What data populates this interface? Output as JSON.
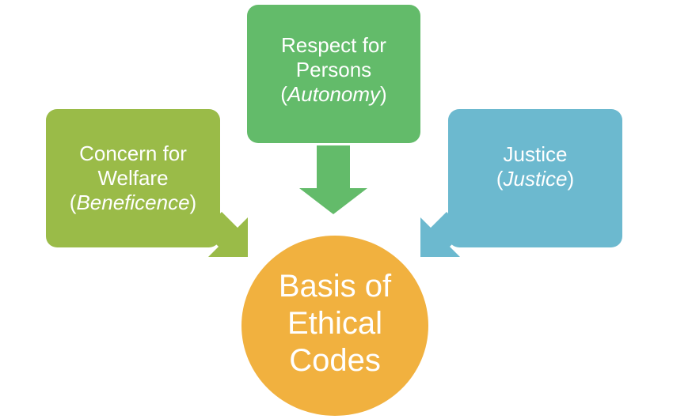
{
  "diagram": {
    "top_box": {
      "line1": "Respect for",
      "line2": "Persons",
      "paren_open": "(",
      "italic": "Autonomy",
      "paren_close": ")"
    },
    "left_box": {
      "line1": "Concern for",
      "line2": "Welfare",
      "paren_open": "(",
      "italic": "Beneficence",
      "paren_close": ")"
    },
    "right_box": {
      "line1": "Justice",
      "paren_open": "(",
      "italic": "Justice",
      "paren_close": ")"
    },
    "center": {
      "line1": "Basis of",
      "line2": "Ethical",
      "line3": "Codes"
    }
  },
  "colors": {
    "top_box": "#63bb6a",
    "left_box": "#9abb48",
    "right_box": "#6cb9cf",
    "center": "#f1b13f",
    "text": "#ffffff"
  }
}
